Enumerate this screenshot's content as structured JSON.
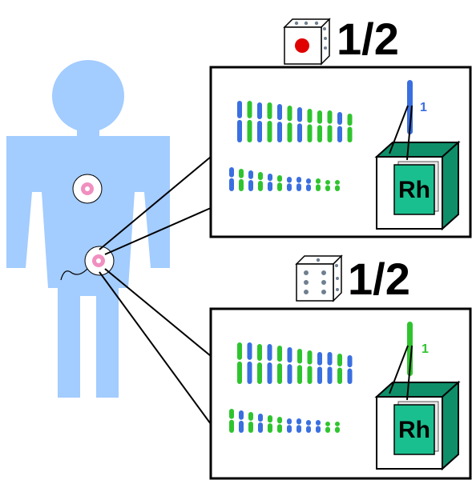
{
  "panels": [
    {
      "id": "top",
      "die_face": "red dot",
      "probability": "1/2",
      "box_label": "Rh",
      "chromosome_label": "1",
      "chromosome_color": "#3a6fe0",
      "row1_colors": [
        "#3a6fe0",
        "#2fc42f",
        "#3a6fe0",
        "#2fc42f",
        "#3a6fe0",
        "#2fc42f",
        "#3a6fe0",
        "#2fc42f",
        "#2fc42f",
        "#2fc42f",
        "#3a6fe0",
        "#2fc42f"
      ],
      "row2_colors": [
        "#3a6fe0",
        "#2fc42f",
        "#3a6fe0",
        "#2fc42f",
        "#3a6fe0",
        "#2fc42f",
        "#3a6fe0",
        "#3a6fe0",
        "#3a6fe0",
        "#2fc42f",
        "#2fc42f",
        "#2fc42f"
      ]
    },
    {
      "id": "bottom",
      "die_face": "six",
      "probability": "1/2",
      "box_label": "Rh",
      "chromosome_label": "1",
      "chromosome_color": "#2fc42f",
      "row1_colors": [
        "#2fc42f",
        "#3a6fe0",
        "#2fc42f",
        "#3a6fe0",
        "#2fc42f",
        "#3a6fe0",
        "#2fc42f",
        "#2fc42f",
        "#3a6fe0",
        "#3a6fe0",
        "#2fc42f",
        "#3a6fe0"
      ],
      "row2_colors": [
        "#2fc42f",
        "#3a6fe0",
        "#2fc42f",
        "#3a6fe0",
        "#2fc42f",
        "#2fc42f",
        "#3a6fe0",
        "#3a6fe0",
        "#3a6fe0",
        "#3a6fe0",
        "#2fc42f",
        "#2fc42f"
      ]
    }
  ],
  "colors": {
    "body": "#a3ccff",
    "cell_pink": "#f08fc0",
    "box_green": "#1abf8f",
    "box_green_dark": "#0e8f6a"
  }
}
